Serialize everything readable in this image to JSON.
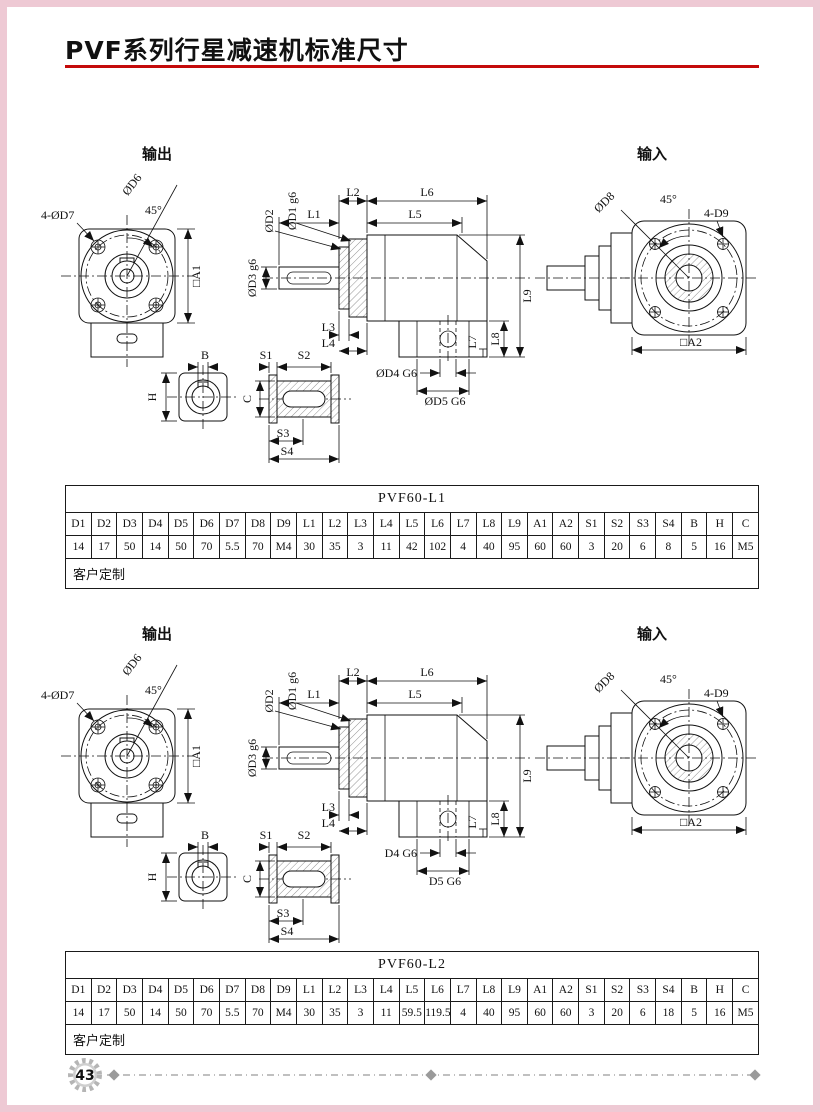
{
  "page": {
    "title": "PVF系列行星减速机标准尺寸",
    "page_number": "43",
    "accent_color": "#c40a0a",
    "border_color": "#eec9d4"
  },
  "sections": [
    {
      "labels": {
        "output": "输出",
        "input": "输入",
        "d6": "ØD6",
        "d7_count": "4-ØD7",
        "angle_out": "45°",
        "a1": "□A1",
        "d2": "ØD2",
        "d1": "ØD1 g6",
        "d3": "ØD3 g6",
        "l1": "L1",
        "l2": "L2",
        "l3": "L3",
        "l4": "L4",
        "l5": "L5",
        "l6": "L6",
        "l7": "L7",
        "l8": "L8",
        "l9": "L9",
        "d4": "ØD4 G6",
        "d5": "ØD5 G6",
        "d8": "ØD8",
        "angle_in": "45°",
        "d9_count": "4-D9",
        "a2": "□A2",
        "b": "B",
        "h": "H",
        "c": "C",
        "s1": "S1",
        "s2": "S2",
        "s3": "S3",
        "s4": "S4"
      },
      "table": {
        "title": "PVF60-L1",
        "headers": [
          "D1",
          "D2",
          "D3",
          "D4",
          "D5",
          "D6",
          "D7",
          "D8",
          "D9",
          "L1",
          "L2",
          "L3",
          "L4",
          "L5",
          "L6",
          "L7",
          "L8",
          "L9",
          "A1",
          "A2",
          "S1",
          "S2",
          "S3",
          "S4",
          "B",
          "H",
          "C"
        ],
        "values": [
          "14",
          "17",
          "50",
          "14",
          "50",
          "70",
          "5.5",
          "70",
          "M4",
          "30",
          "35",
          "3",
          "11",
          "42",
          "102",
          "4",
          "40",
          "95",
          "60",
          "60",
          "3",
          "20",
          "6",
          "8",
          "5",
          "16",
          "M5"
        ],
        "note": "客户定制"
      }
    },
    {
      "labels": {
        "output": "输出",
        "input": "输入",
        "d6": "ØD6",
        "d7_count": "4-ØD7",
        "angle_out": "45°",
        "a1": "□A1",
        "d2": "ØD2",
        "d1": "ØD1 g6",
        "d3": "ØD3 g6",
        "l1": "L1",
        "l2": "L2",
        "l3": "L3",
        "l4": "L4",
        "l5": "L5",
        "l6": "L6",
        "l7": "L7",
        "l8": "L8",
        "l9": "L9",
        "d4": "D4 G6",
        "d5": "D5 G6",
        "d8": "ØD8",
        "angle_in": "45°",
        "d9_count": "4-D9",
        "a2": "□A2",
        "b": "B",
        "h": "H",
        "c": "C",
        "s1": "S1",
        "s2": "S2",
        "s3": "S3",
        "s4": "S4"
      },
      "table": {
        "title": "PVF60-L2",
        "headers": [
          "D1",
          "D2",
          "D3",
          "D4",
          "D5",
          "D6",
          "D7",
          "D8",
          "D9",
          "L1",
          "L2",
          "L3",
          "L4",
          "L5",
          "L6",
          "L7",
          "L8",
          "L9",
          "A1",
          "A2",
          "S1",
          "S2",
          "S3",
          "S4",
          "B",
          "H",
          "C"
        ],
        "values": [
          "14",
          "17",
          "50",
          "14",
          "50",
          "70",
          "5.5",
          "70",
          "M4",
          "30",
          "35",
          "3",
          "11",
          "59.5",
          "119.5",
          "4",
          "40",
          "95",
          "60",
          "60",
          "3",
          "20",
          "6",
          "18",
          "5",
          "16",
          "M5"
        ],
        "note": "客户定制"
      }
    }
  ]
}
